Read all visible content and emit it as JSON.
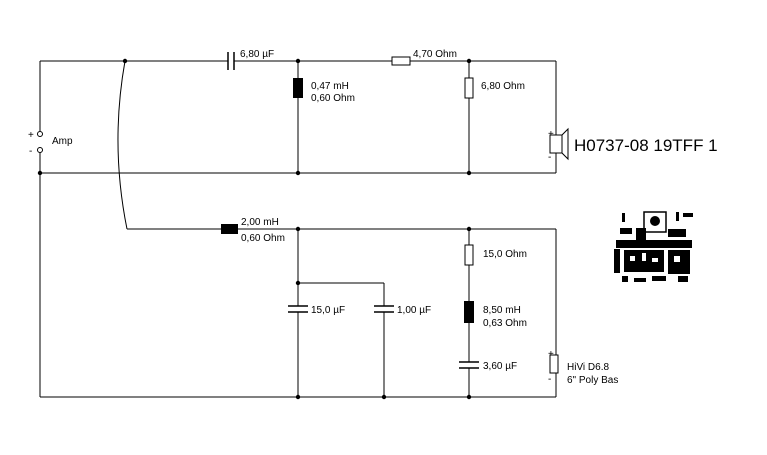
{
  "source": {
    "label": "Amp",
    "plus": "+",
    "minus": "-"
  },
  "tweeter_branch": {
    "c_series": "6,80 µF",
    "l_shunt_value": "0,47 mH",
    "l_shunt_resistance": "0,60 Ohm",
    "r_series": "4,70 Ohm",
    "r_shunt": "6,80 Ohm",
    "driver_name": "H0737-08 19TFF 1",
    "plus": "+",
    "minus": "-"
  },
  "woofer_branch": {
    "l_series_value": "2,00 mH",
    "l_series_resistance": "0,60 Ohm",
    "c_shunt_1": "15,0 µF",
    "c_shunt_2": "1,00 µF",
    "notch_r": "15,0 Ohm",
    "notch_l_value": "8,50 mH",
    "notch_l_resistance": "0,63 Ohm",
    "notch_c": "3,60 µF",
    "driver_name_line1": "HiVi D6.8",
    "driver_name_line2": "6\" Poly Bas",
    "plus": "+",
    "minus": "-"
  },
  "photo": {
    "description_icon": "speaker-photo-thumbnail"
  }
}
